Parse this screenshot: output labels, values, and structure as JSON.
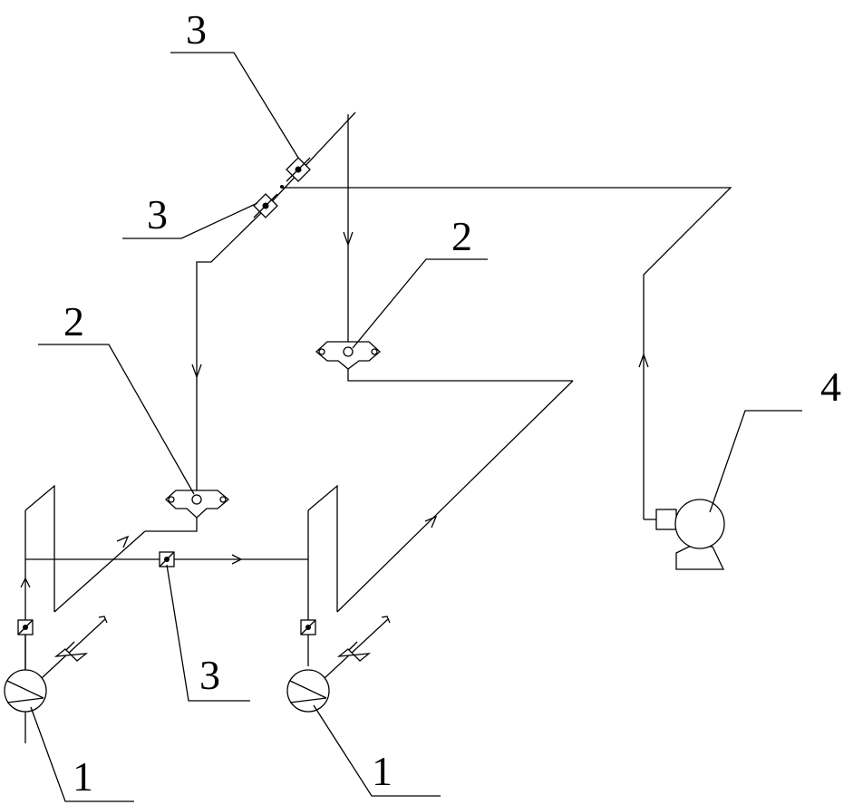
{
  "labels": {
    "pump_left": "1",
    "pump_right": "1",
    "distributor_left": "2",
    "distributor_right": "2",
    "valve_top_upper": "3",
    "valve_top_lower": "3",
    "valve_bottom": "3",
    "fan": "4"
  },
  "colors": {
    "stroke": "#000000",
    "background": "#ffffff"
  }
}
